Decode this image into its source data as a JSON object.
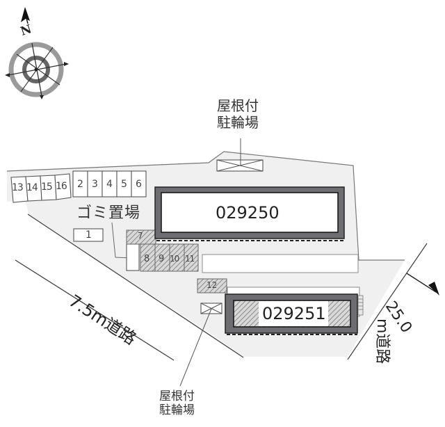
{
  "compass": {
    "icon": "compass-rose-icon",
    "north_label": "N"
  },
  "buildings": [
    {
      "id": "029250",
      "label": "029250"
    },
    {
      "id": "029251",
      "label": "029251"
    }
  ],
  "bicycle_parking": [
    {
      "label_line1": "屋根付",
      "label_line2": "駐輪場",
      "position": "top"
    },
    {
      "label_line1": "屋根付",
      "label_line2": "駐輪場",
      "position": "bottom"
    }
  ],
  "garbage_area": {
    "label": "ゴミ置場"
  },
  "parking": {
    "top_row_slanted": [
      "13",
      "14",
      "15",
      "16"
    ],
    "top_row": [
      "2",
      "3",
      "4",
      "5",
      "6"
    ],
    "single": [
      "1"
    ],
    "hatched_row": [
      "8",
      "9",
      "10",
      "11"
    ],
    "hatched_single": [
      "7",
      "12"
    ]
  },
  "roads": [
    {
      "label": "7.5m道路",
      "width_m": "7.5"
    },
    {
      "label": "25.0m道路",
      "label_num": "25.0",
      "label_unit": "m道路",
      "width_m": "25.0"
    }
  ],
  "colors": {
    "lot_fill": "#f0f0f0",
    "building_border": "#6e6e72",
    "line": "#444444",
    "hatch": "#8a8a8a"
  }
}
